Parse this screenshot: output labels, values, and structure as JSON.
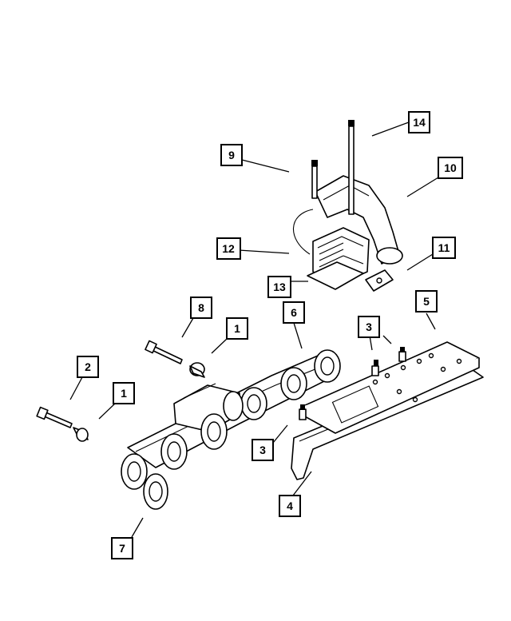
{
  "callouts": [
    {
      "id": "c14",
      "label": "14"
    },
    {
      "id": "c9",
      "label": "9"
    },
    {
      "id": "c10",
      "label": "10"
    },
    {
      "id": "c12",
      "label": "12"
    },
    {
      "id": "c11",
      "label": "11"
    },
    {
      "id": "c13",
      "label": "13"
    },
    {
      "id": "c8",
      "label": "8"
    },
    {
      "id": "c6",
      "label": "6"
    },
    {
      "id": "c5",
      "label": "5"
    },
    {
      "id": "c1a",
      "label": "1"
    },
    {
      "id": "c3a",
      "label": "3"
    },
    {
      "id": "c2",
      "label": "2"
    },
    {
      "id": "c1b",
      "label": "1"
    },
    {
      "id": "c3b",
      "label": "3"
    },
    {
      "id": "c4",
      "label": "4"
    },
    {
      "id": "c7",
      "label": "7"
    }
  ]
}
